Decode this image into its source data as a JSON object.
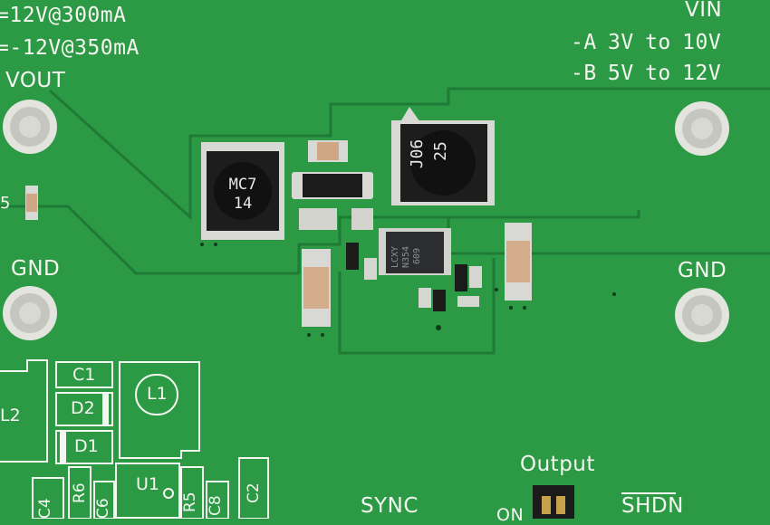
{
  "silkscreen": {
    "vout_pos": "=12V@300mA",
    "vout_neg": "=-12V@350mA",
    "vout": "VOUT",
    "vin": "VIN",
    "vin_a": "-A 3V to 10V",
    "vin_b": "-B 5V to 12V",
    "gnd_left": "GND",
    "gnd_right": "GND",
    "edge_char": "5",
    "output": "Output",
    "sync": "SYNC",
    "shdn": "SHDN",
    "on": "ON"
  },
  "refdes": {
    "c1": "C1",
    "d2": "D2",
    "d1": "D1",
    "l1": "L1",
    "l2": "L2",
    "u1": "U1",
    "r6": "R6",
    "c6": "C6",
    "c4": "C4",
    "r5": "R5",
    "c8": "C8",
    "c2": "C2"
  },
  "components": {
    "inductor_left_line1": "MC7",
    "inductor_left_line2": "14",
    "inductor_right_line1": "J06",
    "inductor_right_line2": "25",
    "ic_line1": "LCXY",
    "ic_line2": "N354",
    "ic_line3": "609"
  },
  "colors": {
    "board": "#2c9a45",
    "trace": "#1f7a36",
    "silkscreen": "#f4f6f0",
    "solder": "#d8d8d4",
    "component_body": "#1d1d1d"
  }
}
